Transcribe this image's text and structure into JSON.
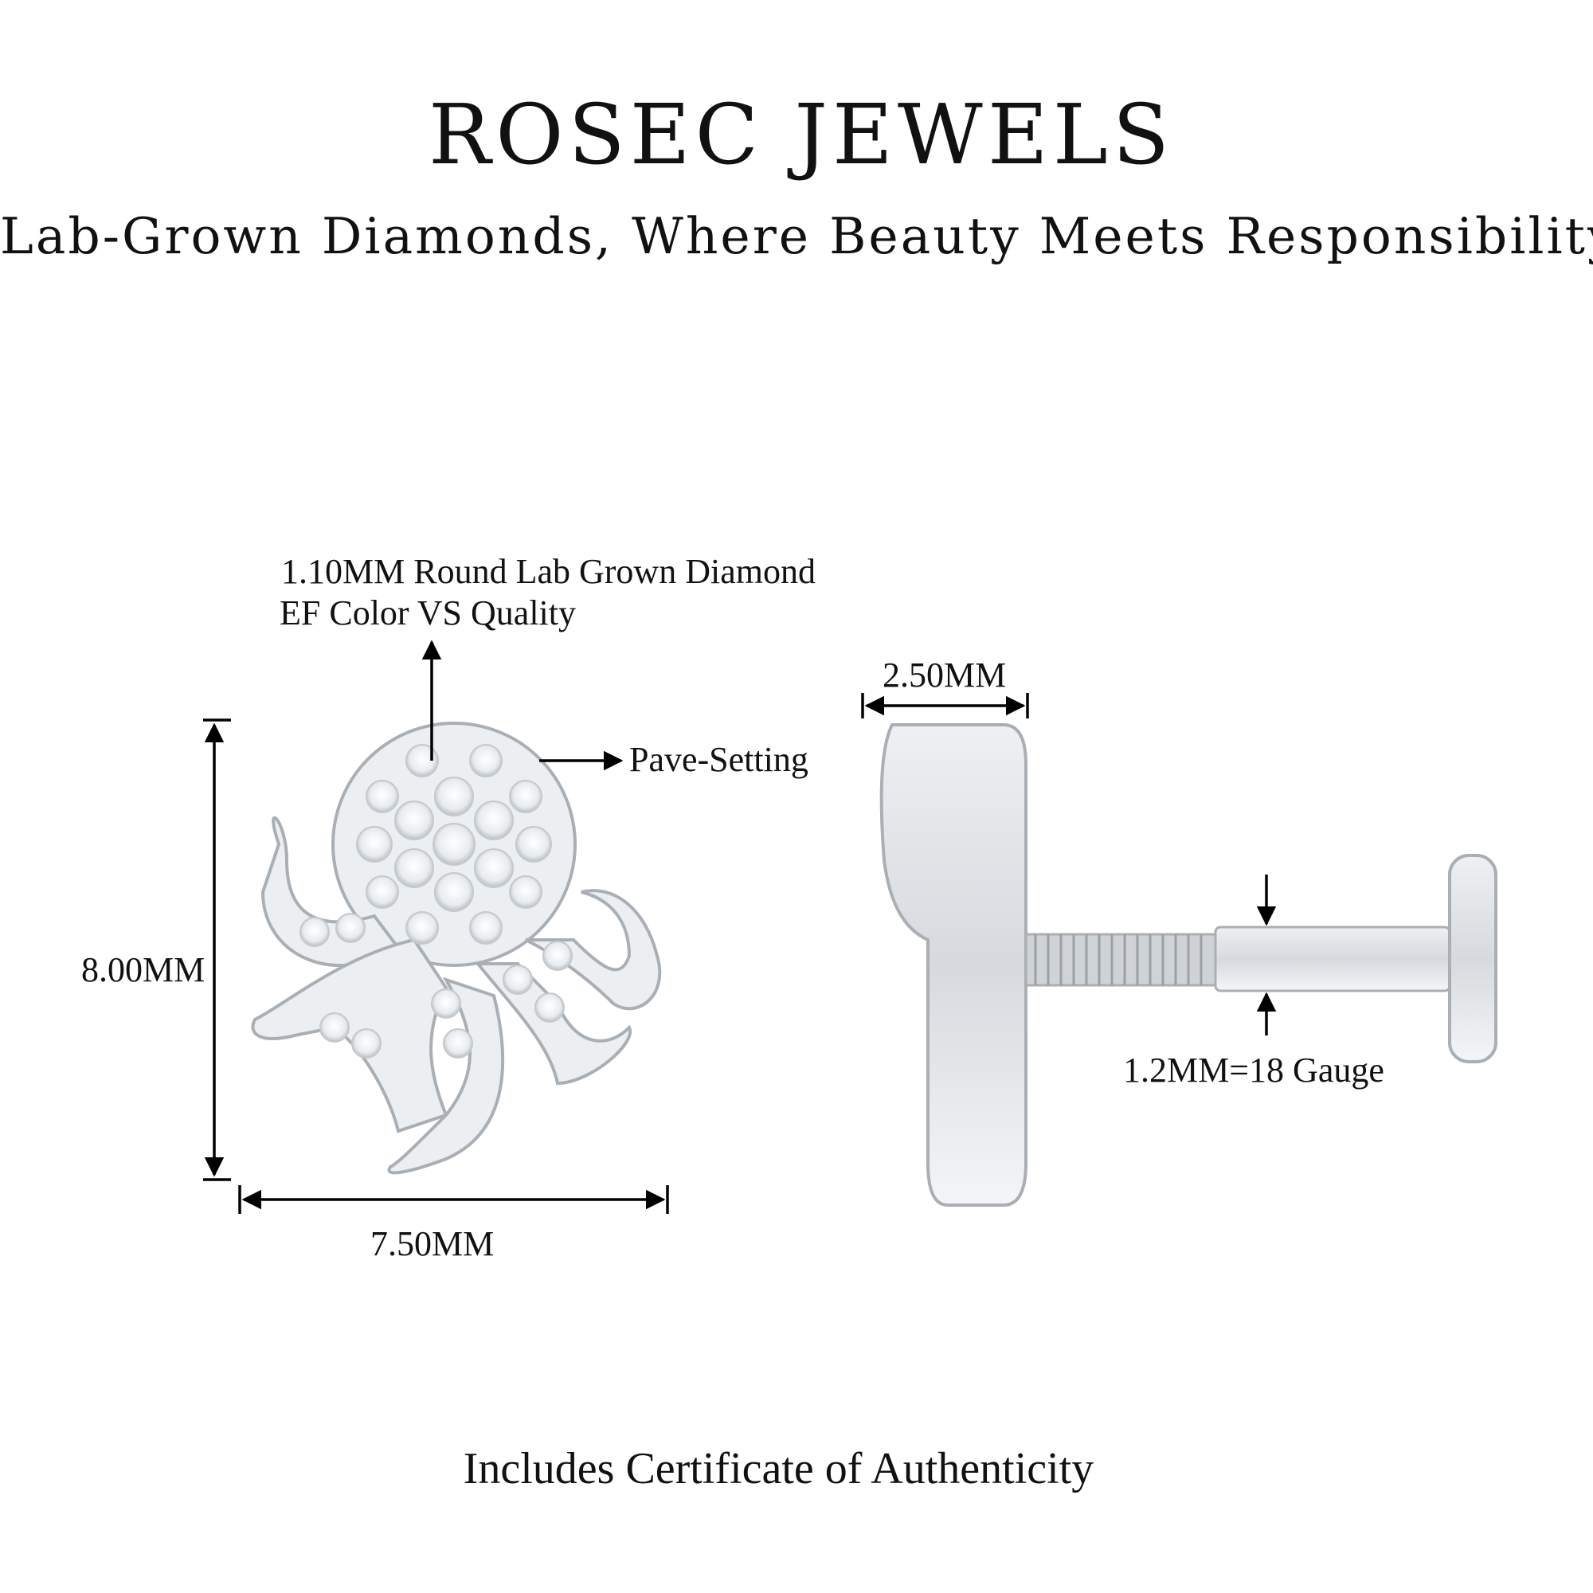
{
  "header": {
    "brand": "ROSEC JEWELS",
    "tagline": "Lab-Grown Diamonds, Where Beauty Meets Responsibility"
  },
  "front_view": {
    "stone_spec_line1": "1.10MM Round Lab Grown Diamond",
    "stone_spec_line2": "EF Color VS Quality",
    "setting_label": "Pave-Setting",
    "height_label": "8.00MM",
    "width_label": "7.50MM"
  },
  "side_view": {
    "depth_label": "2.50MM",
    "gauge_label": "1.2MM=18 Gauge"
  },
  "footer": {
    "note": "Includes Certificate of Authenticity"
  },
  "colors": {
    "metal": "#d9dde0",
    "metal_dark": "#a9afb4",
    "line": "#000000"
  }
}
